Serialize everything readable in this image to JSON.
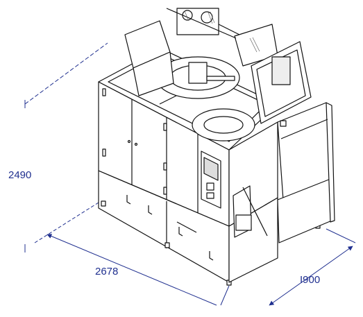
{
  "dimensions": {
    "height": "2490",
    "length": "2678",
    "width": "I900"
  },
  "colors": {
    "line": "#111111",
    "dimension": "#1f2f8f",
    "hatch": "#555555"
  }
}
